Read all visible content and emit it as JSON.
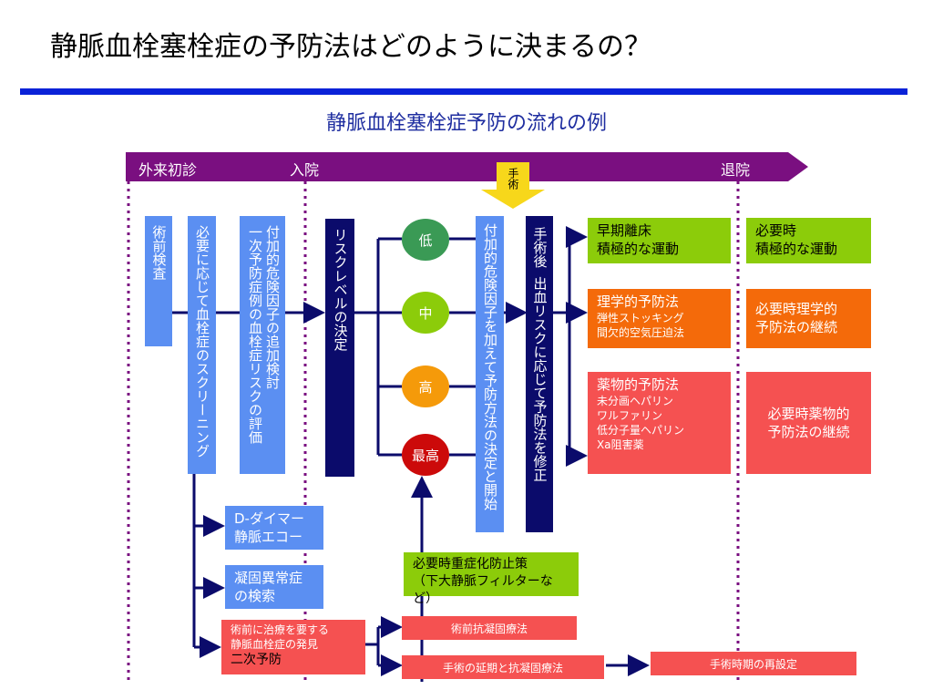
{
  "title": "静脈血栓塞栓症の予防法はどのように決まるの？",
  "subtitle": "静脈血栓塞栓症予防の流れの例",
  "timeline": {
    "first_visit": "外来初診",
    "admission": "入院",
    "discharge": "退院",
    "surgery": "手術"
  },
  "boxes": {
    "preop_exam": "術前検査",
    "screening": "必要に応じて血栓症のスクリーニング",
    "eval_line1": "付加的危険因子の追加検討",
    "eval_line2": "一次予防症例の血栓症リスクの評価",
    "risk_decision": "リスクレベルの決定",
    "method_decision": "付加的危険因子を加えて予防方法の決定と開始",
    "postop_line1": "手術後",
    "postop_line2": "出血リスクに応じて予防法を修正"
  },
  "risk_levels": {
    "low": "低",
    "mid": "中",
    "high": "高",
    "highest": "最高"
  },
  "colors": {
    "low": "#3a9a55",
    "mid": "#8ccc0a",
    "high": "#f59a0a",
    "highest": "#cc0a0a",
    "navy": "#0b0b6b",
    "blue": "#5b8ff2",
    "timeline": "#7a0f80"
  },
  "prevention": {
    "early_title": "早期離床",
    "early_sub": "積極的な運動",
    "mech_title": "理学的予防法",
    "mech_item1": "弾性ストッキング",
    "mech_item2": "間欠的空気圧迫法",
    "drug_title": "薬物的予防法",
    "drug_item1": "未分画ヘパリン",
    "drug_item2": "ワルファリン",
    "drug_item3": "低分子量ヘパリン",
    "drug_item4": "Xa阻害薬"
  },
  "continuation": {
    "early_line1": "必要時",
    "early_line2": "積極的な運動",
    "mech_line1": "必要時理学的",
    "mech_line2": "予防法の継続",
    "drug_line1": "必要時薬物的",
    "drug_line2": "予防法の継続"
  },
  "screening_tests": {
    "ddimer_line1": "D-ダイマー",
    "ddimer_line2": "静脈エコー",
    "coag_line1": "凝固異常症",
    "coag_line2": "の検索"
  },
  "preop_finding": {
    "line1": "術前に治療を要する",
    "line2": "静脈血栓症の発見",
    "line3": "二次予防"
  },
  "severe_prevention": {
    "line1": "必要時重症化防止策",
    "line2": "（下大静脈フィルターなど）"
  },
  "small_boxes": {
    "preop_anticoag": "術前抗凝固療法",
    "postpone": "手術の延期と抗凝固療法",
    "reschedule": "手術時期の再設定"
  }
}
